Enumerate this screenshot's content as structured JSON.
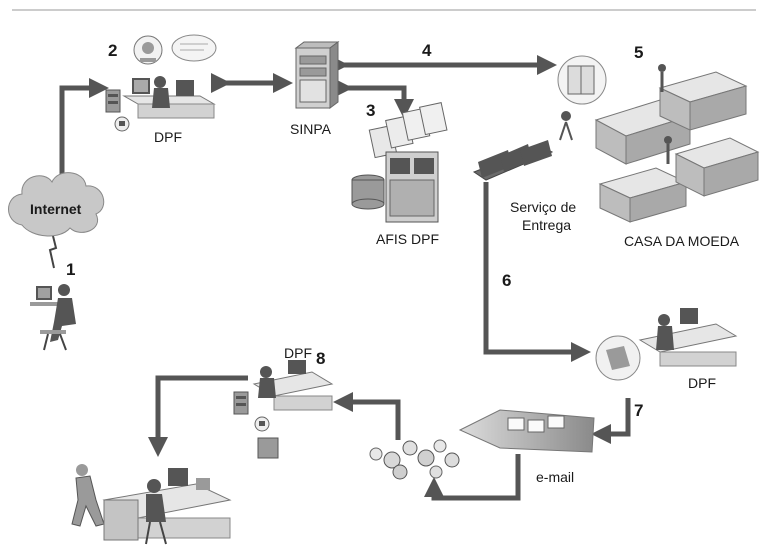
{
  "steps": {
    "s1": "1",
    "s2": "2",
    "s3": "3",
    "s4": "4",
    "s5": "5",
    "s6": "6",
    "s7": "7",
    "s8": "8"
  },
  "nodes": {
    "internet": "Internet",
    "dpf_top": "DPF",
    "sinpa": "SINPA",
    "afis": "AFIS DPF",
    "casa_moeda": "CASA DA MOEDA",
    "servico_line1": "Serviço de",
    "servico_line2": "Entrega",
    "dpf_right": "DPF",
    "dpf_bottom": "DPF",
    "email": "e-mail"
  },
  "colors": {
    "arrow": "#555555",
    "cloud": "#c8c8c8"
  }
}
